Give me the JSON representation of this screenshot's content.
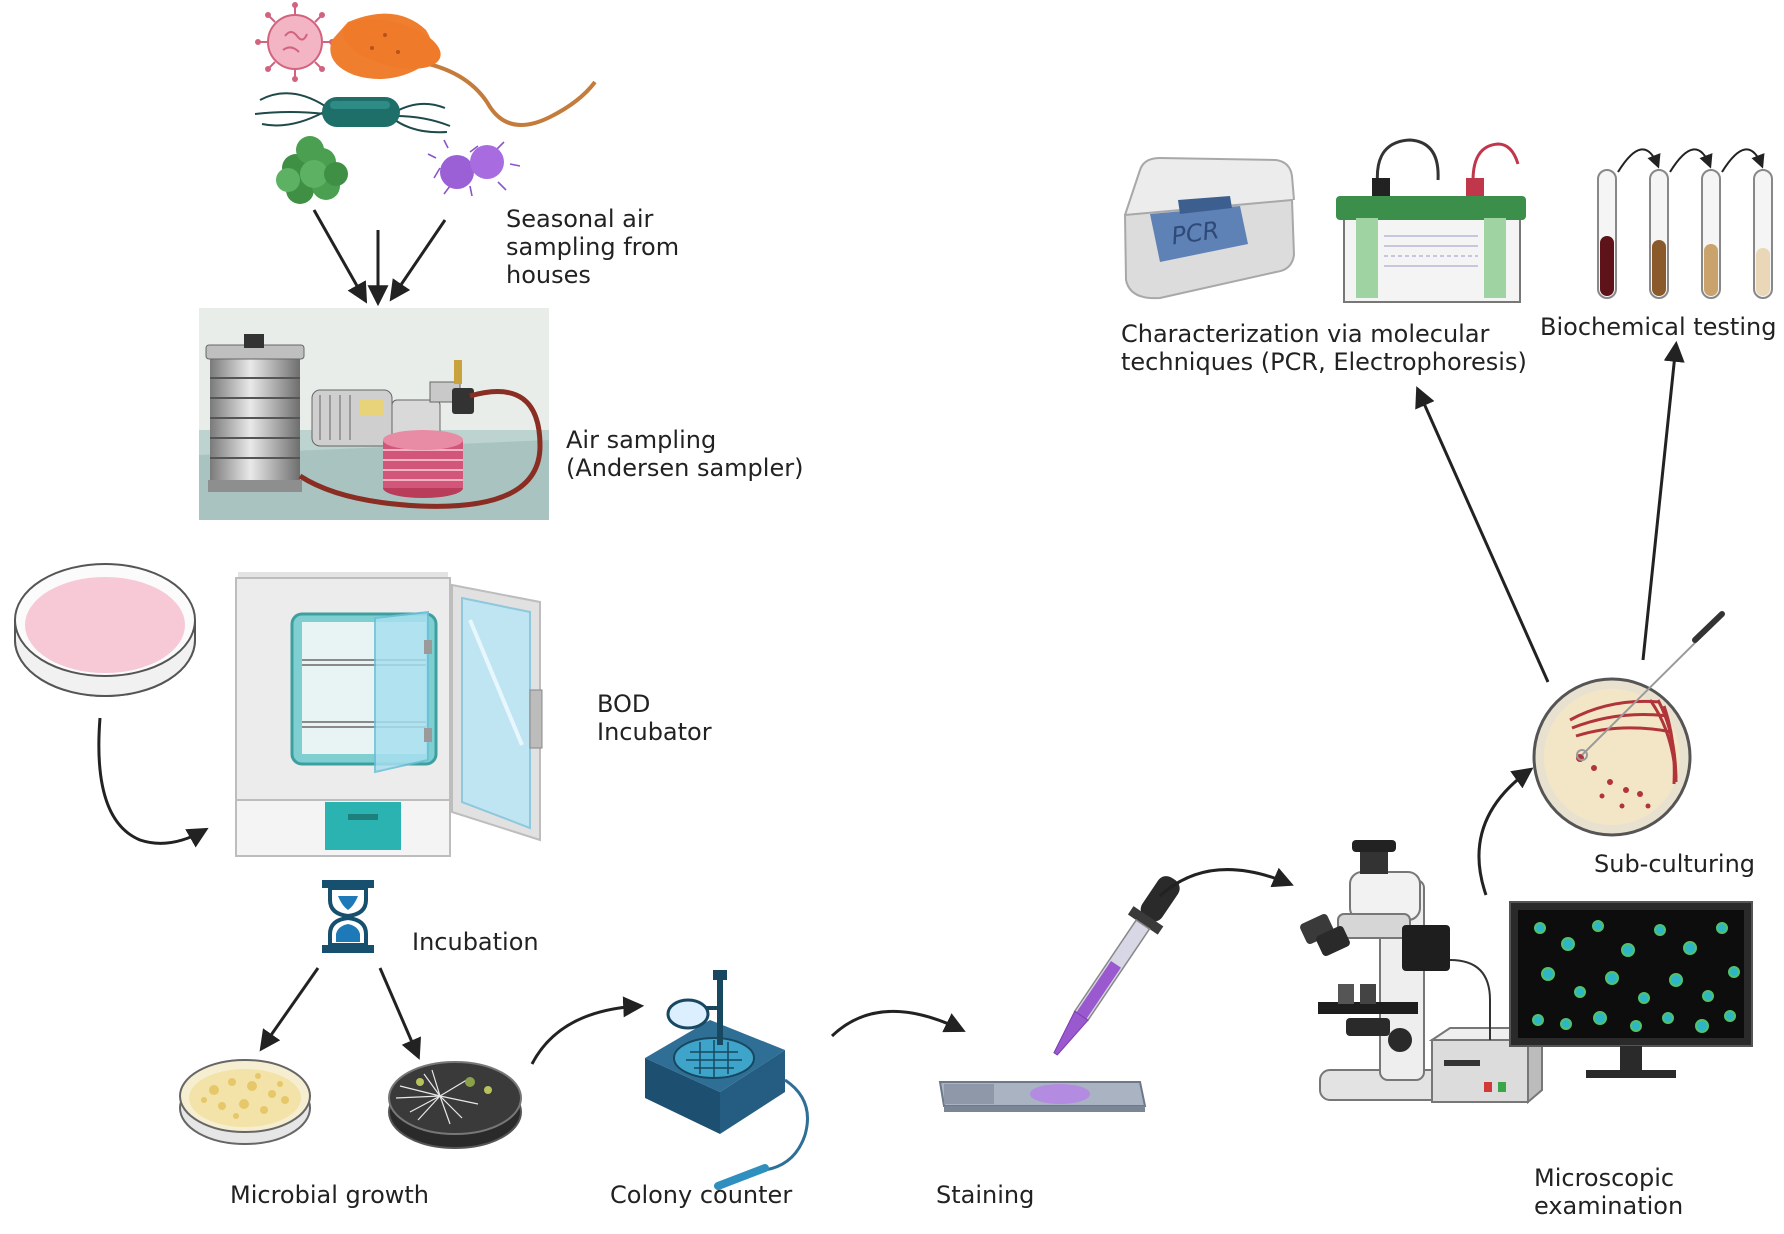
{
  "labels": {
    "seasonal": "Seasonal air\nsampling from\nhouses",
    "air_sampling": "Air sampling\n(Andersen sampler)",
    "bod": "BOD\nIncubator",
    "incubation": "Incubation",
    "microbial_growth": "Microbial growth",
    "colony_counter": "Colony counter",
    "staining": "Staining",
    "microscopic": "Microscopic\nexamination",
    "subculturing": "Sub-culturing",
    "characterization": "Characterization via molecular\ntechniques (PCR, Electrophoresis)",
    "biochemical": "Biochemical testing",
    "pcr_text": "PCR"
  },
  "colors": {
    "arrow": "#222222",
    "teal": "#2bb3b1",
    "gel_green": "#3b8f4a",
    "stain_purple": "#9b59d0",
    "plate_pink": "#f7c8d6",
    "monitor_bg": "#0d0d0d"
  },
  "icons": [
    "virus-icon",
    "bacillus-icon",
    "flagellated-bacterium-icon",
    "staphylococcus-icon",
    "diplococcus-icon",
    "andersen-sampler-photo",
    "petri-dish-icon",
    "incubator-icon",
    "hourglass-icon",
    "bacterial-plate-icon",
    "fungal-plate-icon",
    "colony-counter-icon",
    "dropper-slide-icon",
    "microscope-icon",
    "monitor-icon",
    "streak-plate-icon",
    "pcr-machine-icon",
    "electrophoresis-icon",
    "test-tubes-icon"
  ]
}
